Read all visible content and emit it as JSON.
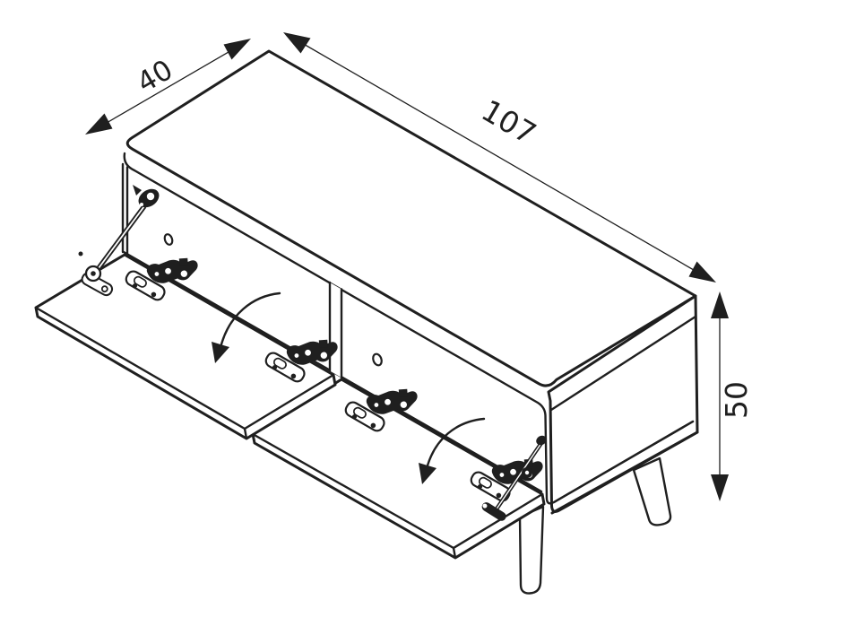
{
  "diagram": {
    "type": "furniture-dimension-drawing",
    "product": "tv-stand-with-two-flap-doors",
    "dimensions": {
      "depth": {
        "value": "40"
      },
      "width": {
        "value": "107"
      },
      "height": {
        "value": "50"
      }
    },
    "style": {
      "line_color": "#1f1f1f",
      "background": "#ffffff"
    }
  }
}
